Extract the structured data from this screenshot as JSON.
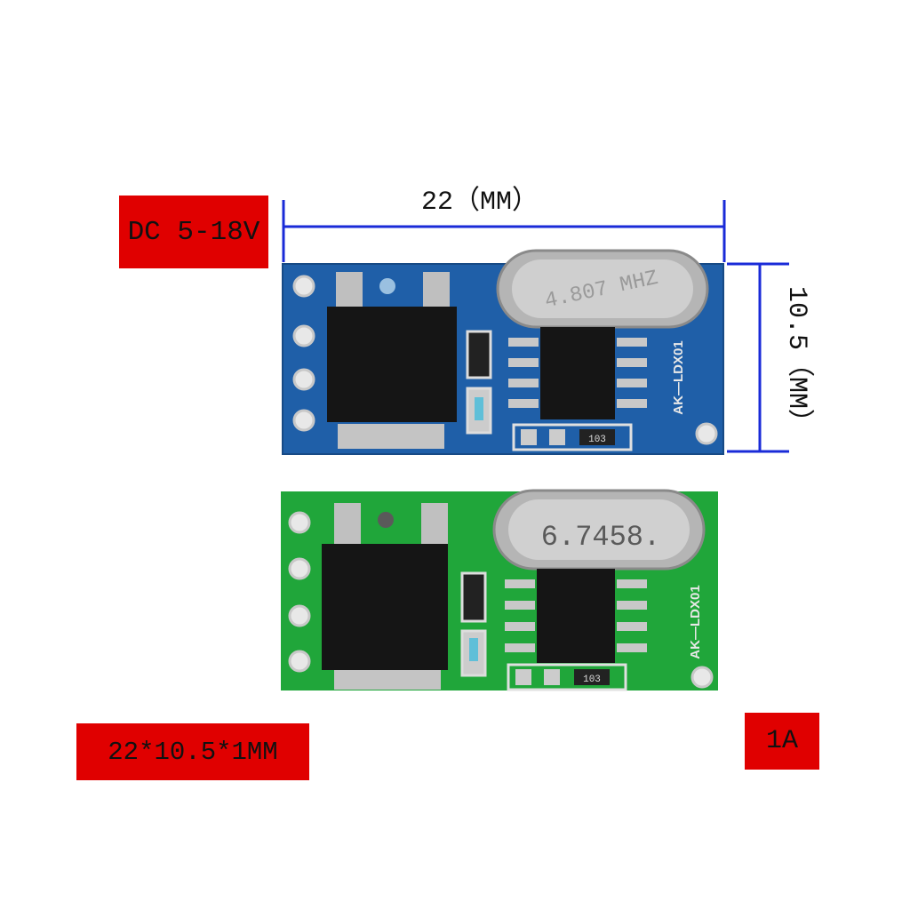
{
  "labels": {
    "voltage": "DC 5-18V",
    "size": "22*10.5*1MM",
    "current": "1A"
  },
  "dimensions": {
    "width": "22（MM）",
    "height": "10.5（MM）"
  },
  "board_blue": {
    "crystal": "4.807 MHZ",
    "silk": "AK—LDX01",
    "resistor": "103"
  },
  "board_green": {
    "crystal": "6.7458.",
    "silk": "AK—LDX01",
    "resistor": "103"
  },
  "colors": {
    "label_red": "#e00000",
    "dimension_line": "#1a2bd8",
    "pcb_blue": "#1f5fa8",
    "pcb_green": "#20a63a"
  }
}
